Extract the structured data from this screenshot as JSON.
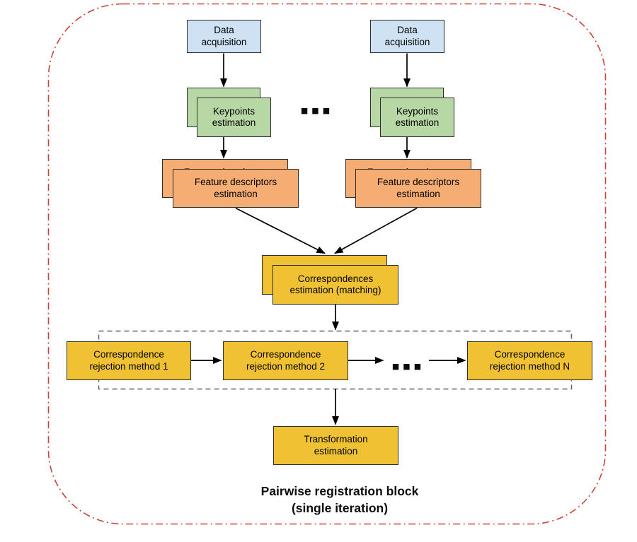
{
  "diagram": {
    "caption": {
      "line1": "Pairwise registration block",
      "line2": "(single iteration)"
    },
    "nodes": {
      "data_acquisition": "Data\nacquisition",
      "keypoints": "Keypoints\nestimation",
      "feature_descriptors": "Feature descriptors\nestimation",
      "correspondences": "Correspondences\nestimation (matching)",
      "rejection_1": "Correspondence\nrejection method 1",
      "rejection_2": "Correspondence\nrejection method 2",
      "rejection_n": "Correspondence\nrejection method N",
      "transformation": "Transformation\nestimation"
    },
    "ellipsis": "■■■",
    "colors": {
      "box_blue": "#cfe2f3",
      "box_green": "#b7d7a5",
      "box_orange": "#f5ad73",
      "box_yellow": "#f0c233",
      "outer_border": "#cb4335",
      "inner_border": "#616161",
      "node_border": "#2d2d2d",
      "arrow": "#000000"
    }
  }
}
